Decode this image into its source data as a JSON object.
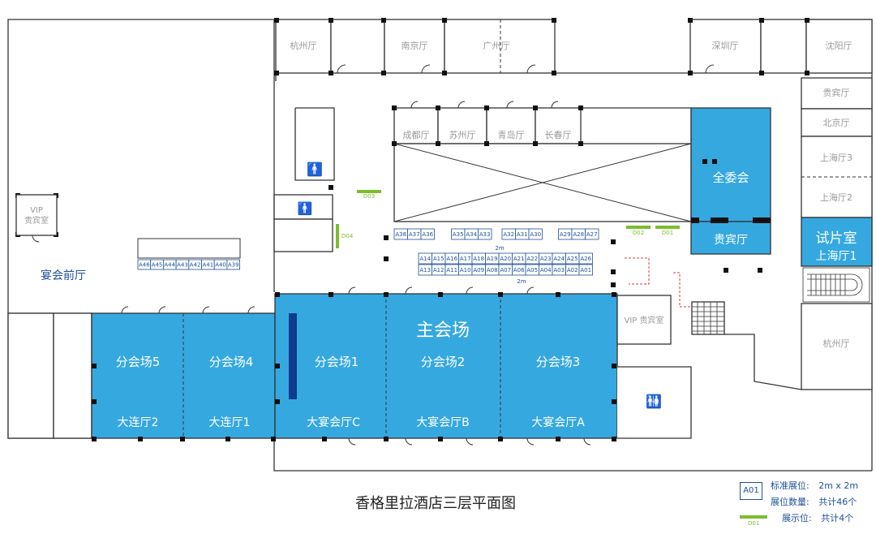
{
  "title": "香格里拉酒店三层平面图",
  "colors": {
    "hall": "#36a8e0",
    "booth_text": "#1f4f9a",
    "display": "#7cbd2e",
    "stage": "#0d3b8e",
    "wall": "#333333"
  },
  "rooms": {
    "hangzhou": "杭州厅",
    "nanjing": "南京厅",
    "guangzhou": "广州厅",
    "shenzhen": "深圳厅",
    "shenyang": "沈阳厅",
    "guibin_right": "贵宾厅",
    "beijing": "北京厅",
    "shanghai3": "上海厅3",
    "shanghai2": "上海厅2",
    "chengdu": "成都厅",
    "suzhou": "苏州厅",
    "qingdao": "青岛厅",
    "changchun": "长春厅",
    "vip_left_line1": "VIP",
    "vip_left_line2": "贵宾室",
    "vip_center": "VIP 贵宾室",
    "hangzhou_right": "杭州厅",
    "banquet_lobby": "宴会前厅"
  },
  "halls": {
    "quanweihui": "全委会",
    "guibinting": "贵宾厅",
    "shipianshi": "试片室",
    "shanghai1": "上海厅1",
    "main": "主会场",
    "fen5": "分会场5",
    "fen4": "分会场4",
    "fen1": "分会场1",
    "fen2": "分会场2",
    "fen3": "分会场3",
    "dalian2": "大连厅2",
    "dalian1": "大连厅1",
    "dayanC": "大宴会厅C",
    "dayanB": "大宴会厅B",
    "dayanA": "大宴会厅A"
  },
  "booths": {
    "top_row": [
      "A38",
      "A37",
      "A36",
      "A35",
      "A34",
      "A33",
      "A32",
      "A31",
      "A30",
      "A29",
      "A28",
      "A27"
    ],
    "row_upper": [
      "A14",
      "A15",
      "A16",
      "A17",
      "A18",
      "A19",
      "A20",
      "A21",
      "A22",
      "A23",
      "A24",
      "A25",
      "A26"
    ],
    "row_lower": [
      "A13",
      "A12",
      "A11",
      "A10",
      "A09",
      "A08",
      "A07",
      "A06",
      "A05",
      "A04",
      "A03",
      "A02",
      "A01"
    ],
    "left_row": [
      "A46",
      "A45",
      "A44",
      "A43",
      "A42",
      "A41",
      "A40",
      "A39"
    ],
    "aisle_label": "2m"
  },
  "display_spots": {
    "d01": "D01",
    "d02": "D02",
    "d03": "D03",
    "d04": "D04"
  },
  "legend": {
    "booth_sample": "A01",
    "std_label": "标准展位:",
    "std_value": "2m x 2m",
    "count_label": "展位数量:",
    "count_value": "共计46个",
    "display_label": "展示位:",
    "display_value": "共计4个",
    "display_sample": "D01"
  }
}
